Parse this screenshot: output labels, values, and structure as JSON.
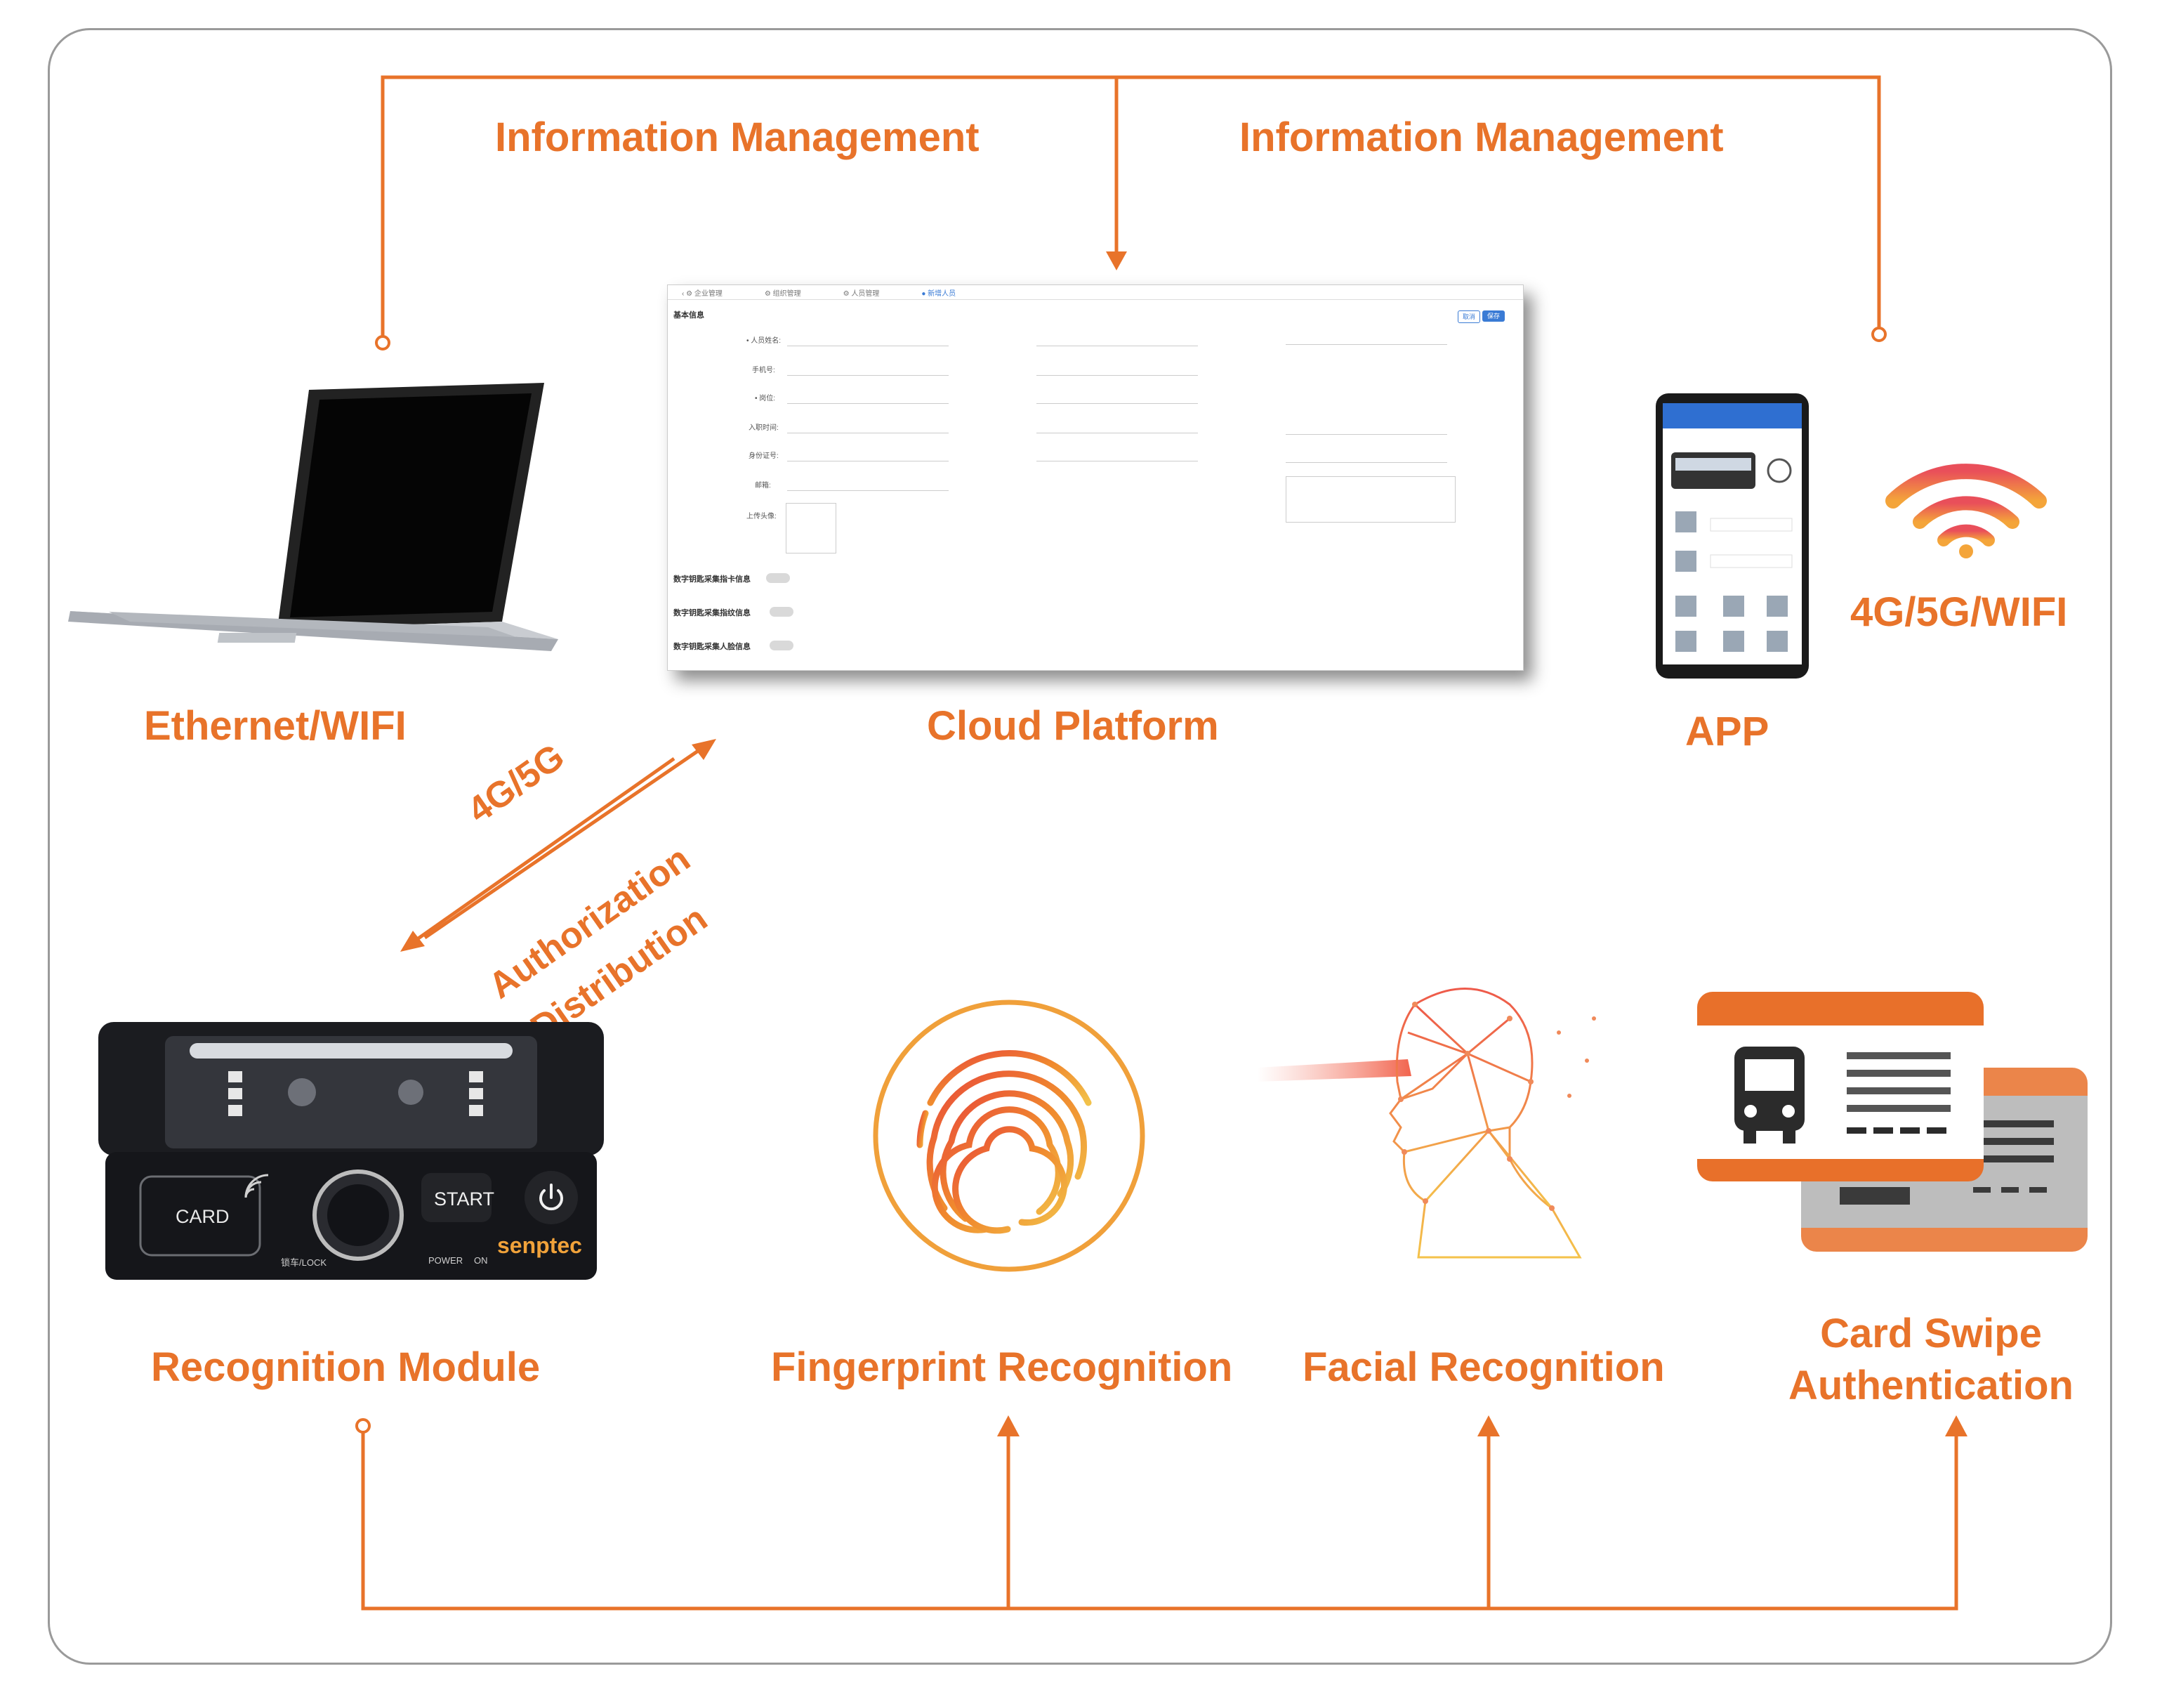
{
  "labels": {
    "info_mgmt_left": "Information Management",
    "info_mgmt_right": "Information Management",
    "ethernet": "Ethernet/WIFI",
    "cloud": "Cloud Platform",
    "app": "APP",
    "wifi_label": "4G/5G/WIFI",
    "link_4g": "4G/5G",
    "link_auth": "Authorization",
    "link_dist": "Distribution",
    "recognition_module": "Recognition Module",
    "fingerprint": "Fingerprint Recognition",
    "facial": "Facial Recognition",
    "card_line1": "Card Swipe",
    "card_line2": "Authentication"
  },
  "device": {
    "card": "CARD",
    "start": "START",
    "lock": "锁车/LOCK",
    "power": "POWER",
    "on": "ON",
    "brand": "senptec"
  },
  "colors": {
    "accent": "#e8732a",
    "frame": "#9a9a9a",
    "card_orange": "#e8702a",
    "card_dark": "#2b2b2b",
    "device_black": "#1d1e22"
  },
  "icons": {
    "laptop": "laptop-icon",
    "phone": "smartphone-icon",
    "wifi": "wifi-icon",
    "fingerprint": "fingerprint-icon",
    "face": "face-scan-icon",
    "bus": "bus-icon",
    "power": "power-icon"
  }
}
